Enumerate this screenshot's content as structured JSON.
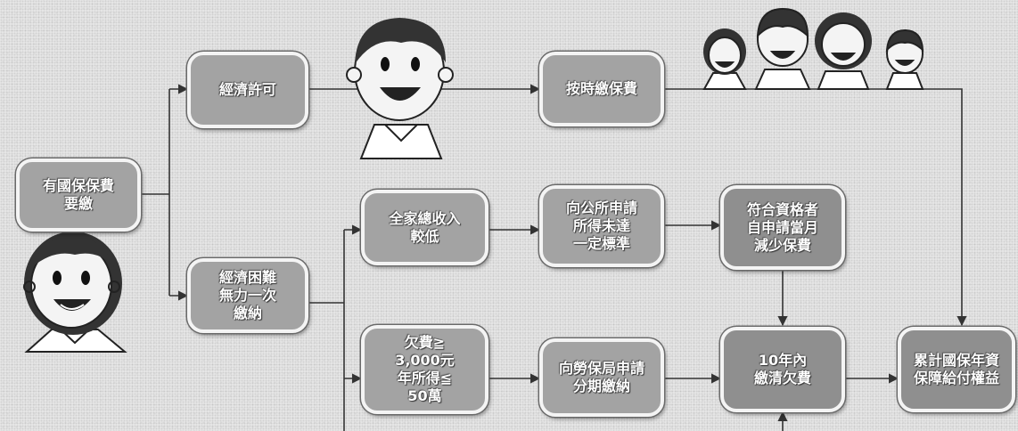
{
  "nodes": {
    "unpaid_premium": "有國保保費\n要繳",
    "financially_able": "經濟許可",
    "financial_hardship": "經濟困難\n無力一次\n繳納",
    "pay_on_time": "按時繳保費",
    "low_household_income": "全家總收入\n較低",
    "apply_district_office": "向公所申請\n所得未達\n一定標準",
    "qualified_reduction": "符合資格者\n自申請當月\n減少保費",
    "arrears_condition": "欠費≧\n3,000元\n年所得≦\n50萬",
    "apply_installment": "向勞保局申請\n分期繳納",
    "pay_off_within_10_years": "10年內\n繳清欠費",
    "accumulate_seniority": "累計國保年資\n保障給付權益"
  }
}
